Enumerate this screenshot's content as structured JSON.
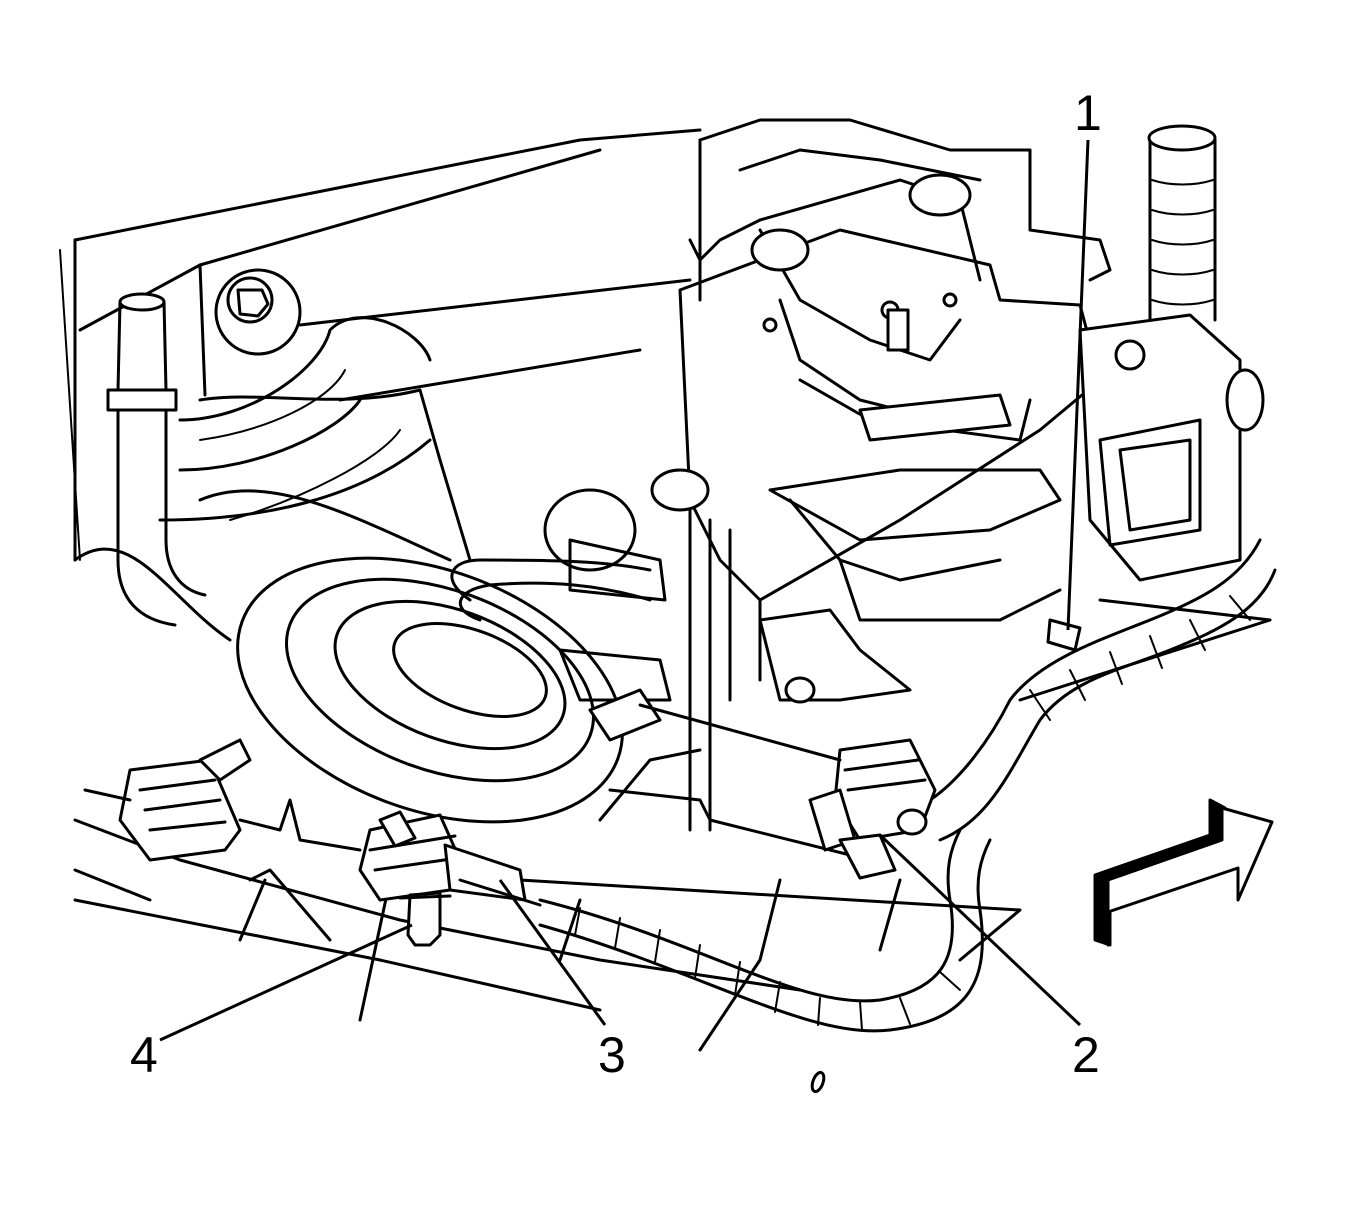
{
  "figure": {
    "callouts": [
      {
        "id": "1",
        "label": "1"
      },
      {
        "id": "2",
        "label": "2"
      },
      {
        "id": "3",
        "label": "3"
      },
      {
        "id": "4",
        "label": "4"
      }
    ],
    "direction_arrow_icon": "front-direction-arrow-icon"
  }
}
